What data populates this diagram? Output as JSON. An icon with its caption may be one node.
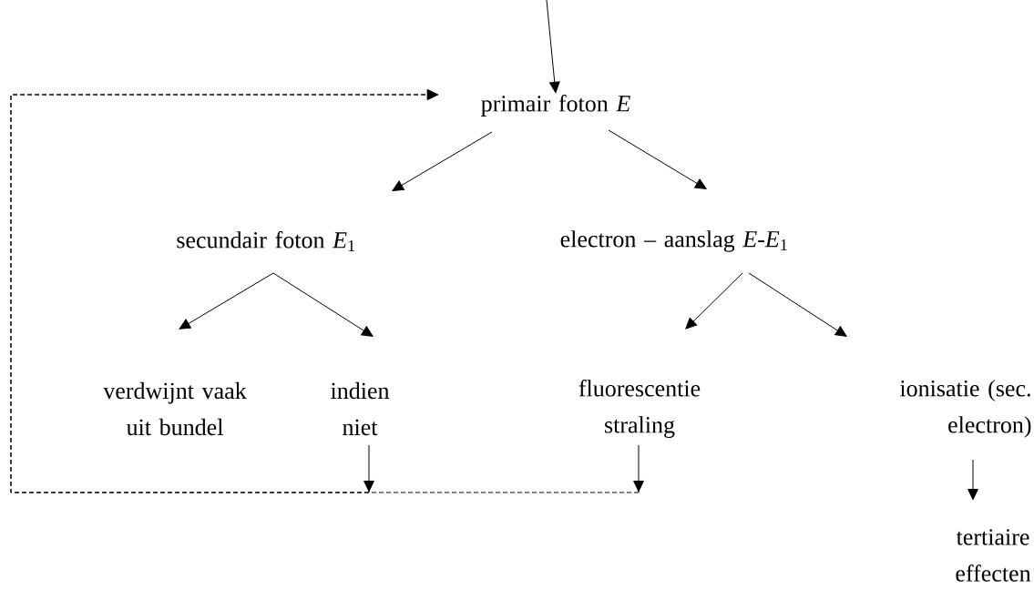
{
  "diagram": {
    "nodes": [
      {
        "text": [
          "primair foton *E*"
        ]
      },
      {
        "text": [
          "secundair foton *E*$_{1}$"
        ]
      },
      {
        "text": [
          "electron – aanslag *E-E*$_{1}$"
        ]
      },
      {
        "text": [
          "verdwijnt vaak uit bundel"
        ]
      },
      {
        "text": [
          "indien niet"
        ]
      },
      {
        "text": [
          "fluorescentie straling"
        ]
      },
      {
        "text": [
          "ionisatie (sec. electron)"
        ]
      },
      {
        "text": [
          "tertiaire effecten"
        ]
      }
    ],
    "edges": [
      {
        "from": null,
        "to": 0,
        "arrow": "to"
      },
      {
        "from": 0,
        "to": 1,
        "arrow": "to"
      },
      {
        "from": 0,
        "to": 2,
        "arrow": "to"
      },
      {
        "from": 1,
        "to": 3,
        "arrow": "to"
      },
      {
        "from": 1,
        "to": 4,
        "arrow": "to"
      },
      {
        "from": 2,
        "to": 5,
        "arrow": "to"
      },
      {
        "from": 2,
        "to": 6,
        "arrow": "to"
      },
      {
        "from": 6,
        "to": 7,
        "arrow": "to"
      },
      {
        "from": 4,
        "to": 0,
        "arrow": "to",
        "style": "dashed"
      },
      {
        "from": 5,
        "to": 0,
        "arrow": "to",
        "style": "dashed"
      }
    ]
  }
}
